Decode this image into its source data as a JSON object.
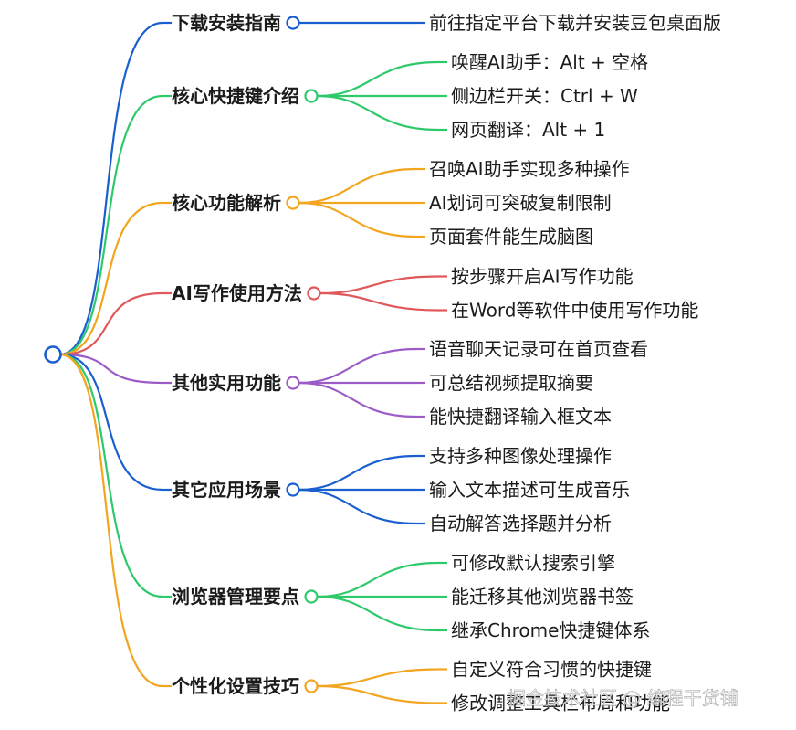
{
  "mindmap": {
    "branches": [
      {
        "label": "下载安装指南",
        "color": "#1a5fd0",
        "children": [
          "前往指定平台下载并安装豆包桌面版"
        ]
      },
      {
        "label": "核心快捷键介绍",
        "color": "#2ec96b",
        "children": [
          "唤醒AI助手：Alt + 空格",
          "侧边栏开关：Ctrl + W",
          "网页翻译：Alt + 1"
        ]
      },
      {
        "label": "核心功能解析",
        "color": "#f2a51e",
        "children": [
          "召唤AI助手实现多种操作",
          "AI划词可突破复制限制",
          "页面套件能生成脑图"
        ]
      },
      {
        "label": "AI写作使用方法",
        "color": "#e0585a",
        "children": [
          "按步骤开启AI写作功能",
          "在Word等软件中使用写作功能"
        ]
      },
      {
        "label": "其他实用功能",
        "color": "#9b5cc8",
        "children": [
          "语音聊天记录可在首页查看",
          "可总结视频提取摘要",
          "能快捷翻译输入框文本"
        ]
      },
      {
        "label": "其它应用场景",
        "color": "#1a5fd0",
        "children": [
          "支持多种图像处理操作",
          "输入文本描述可生成音乐",
          "自动解答选择题并分析"
        ]
      },
      {
        "label": "浏览器管理要点",
        "color": "#2ec96b",
        "children": [
          "可修改默认搜索引擎",
          "能迁移其他浏览器书签",
          "继承Chrome快捷键体系"
        ]
      },
      {
        "label": "个性化设置技巧",
        "color": "#f2a51e",
        "children": [
          "自定义符合习惯的快捷键",
          "修改调整工具栏布局和功能"
        ]
      }
    ],
    "root_color": "#1a5fd0",
    "watermark": "掘金技术社区 @ 编程干货铺"
  }
}
